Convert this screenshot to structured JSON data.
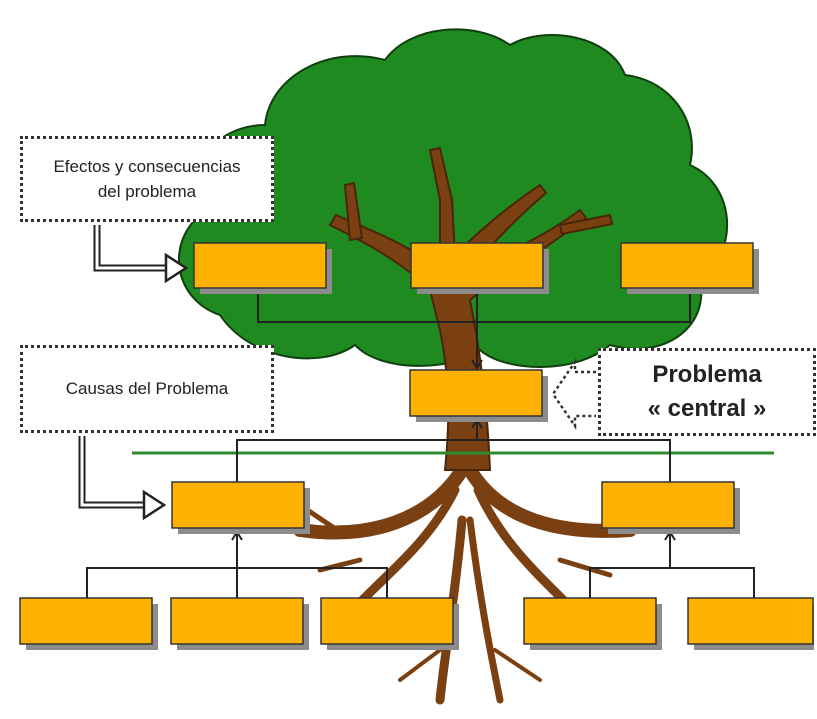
{
  "labels": {
    "effects_line1": "Efectos y consecuencias",
    "effects_line2": "del problema",
    "causes": "Causas del Problema",
    "problem_line1": "Problema",
    "problem_line2": "« central »"
  },
  "colors": {
    "canopy": "#1f8a1f",
    "canopy_outline": "#0f3f0f",
    "trunk": "#7a4012",
    "trunk_outline": "#4a2508",
    "box_fill": "#ffb100",
    "box_shadow": "#8c8c8c",
    "connector": "#222222",
    "ground_line": "#2e8b2e"
  },
  "icons": [
    "double-arrow-effects-icon",
    "double-arrow-causes-icon",
    "dotted-arrow-problem-icon"
  ]
}
